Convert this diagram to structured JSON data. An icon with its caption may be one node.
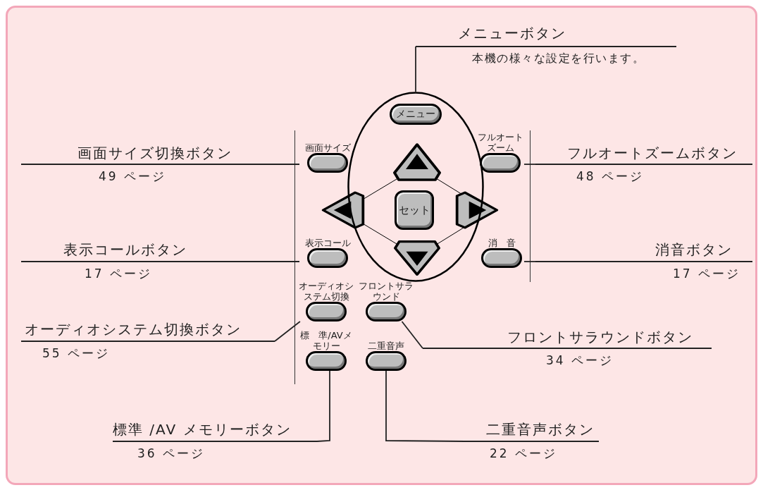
{
  "diagram": {
    "nodes": [
      {
        "text": [
          "メニューボタン",
          "本機の様々な設定を行います。"
        ]
      },
      {
        "text": [],
        "shape": "ellipse"
      },
      {
        "text": [
          "メニュー"
        ],
        "in": 1
      },
      {
        "text": [
          "セット"
        ],
        "in": 1
      },
      {
        "text": [
          "画面サイズ"
        ]
      },
      {
        "text": [
          "フルオートズーム"
        ]
      },
      {
        "text": [
          "表示コール"
        ]
      },
      {
        "text": [
          "消　音"
        ]
      },
      {
        "text": [
          "オーディオシステム切換"
        ]
      },
      {
        "text": [
          "フロントサラウンド"
        ]
      },
      {
        "text": [
          "標　準/AVメモリー"
        ]
      },
      {
        "text": [
          "二重音声"
        ]
      },
      {
        "text": [
          "画面サイズ切換ボタン",
          "49 ページ"
        ]
      },
      {
        "text": [
          "フルオートズームボタン",
          "48 ページ"
        ]
      },
      {
        "text": [
          "表示コールボタン",
          "17 ページ"
        ]
      },
      {
        "text": [
          "消音ボタン",
          "17 ページ"
        ]
      },
      {
        "text": [
          "オーディオシステム切換ボタン",
          "55 ページ"
        ]
      },
      {
        "text": [
          "フロントサラウンドボタン",
          "34 ページ"
        ]
      },
      {
        "text": [
          "標準 /AV メモリーボタン",
          "36 ページ"
        ]
      },
      {
        "text": [
          "二重音声ボタン",
          "22 ページ"
        ]
      }
    ],
    "edges": [
      {
        "from": 0,
        "to": 1,
        "arrow": "none"
      },
      {
        "from": 12,
        "to": 4,
        "arrow": "none"
      },
      {
        "from": 13,
        "to": 5,
        "arrow": "none"
      },
      {
        "from": 14,
        "to": 6,
        "arrow": "none"
      },
      {
        "from": 15,
        "to": 7,
        "arrow": "none"
      },
      {
        "from": 16,
        "to": 8,
        "arrow": "none"
      },
      {
        "from": 17,
        "to": 9,
        "arrow": "none"
      },
      {
        "from": 18,
        "to": 10,
        "arrow": "none"
      },
      {
        "from": 19,
        "to": 11,
        "arrow": "none"
      }
    ]
  }
}
